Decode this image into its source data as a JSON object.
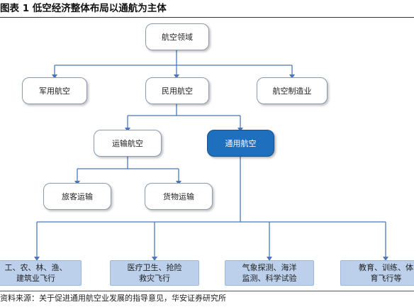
{
  "title": "图表 1 低空经济整体布局以通航为主体",
  "colors": {
    "connector": "#4a78b8",
    "highlight_box": "#1f6fbf",
    "application_box": "#bcd0ec"
  },
  "nodes": {
    "aviation_domain": "航空领域",
    "military_aviation": "军用航空",
    "civil_aviation": "民用航空",
    "aviation_manufacturing": "航空制造业",
    "transport_aviation": "运输航空",
    "general_aviation": "通用航空",
    "passenger_transport": "旅客运输",
    "cargo_transport": "货物运输"
  },
  "applications": [
    {
      "line1": "工、农、林、渔、",
      "line2": "建筑业飞行"
    },
    {
      "line1": "医疗卫生、抢险",
      "line2": "救灾飞行"
    },
    {
      "line1": "气象探测、海洋",
      "line2": "监测、科学试验"
    },
    {
      "line1": "教育、训练、体",
      "line2": "育飞行等"
    }
  ],
  "source": "资料来源：关于促进通用航空业发展的指导意见，华安证券研究所"
}
